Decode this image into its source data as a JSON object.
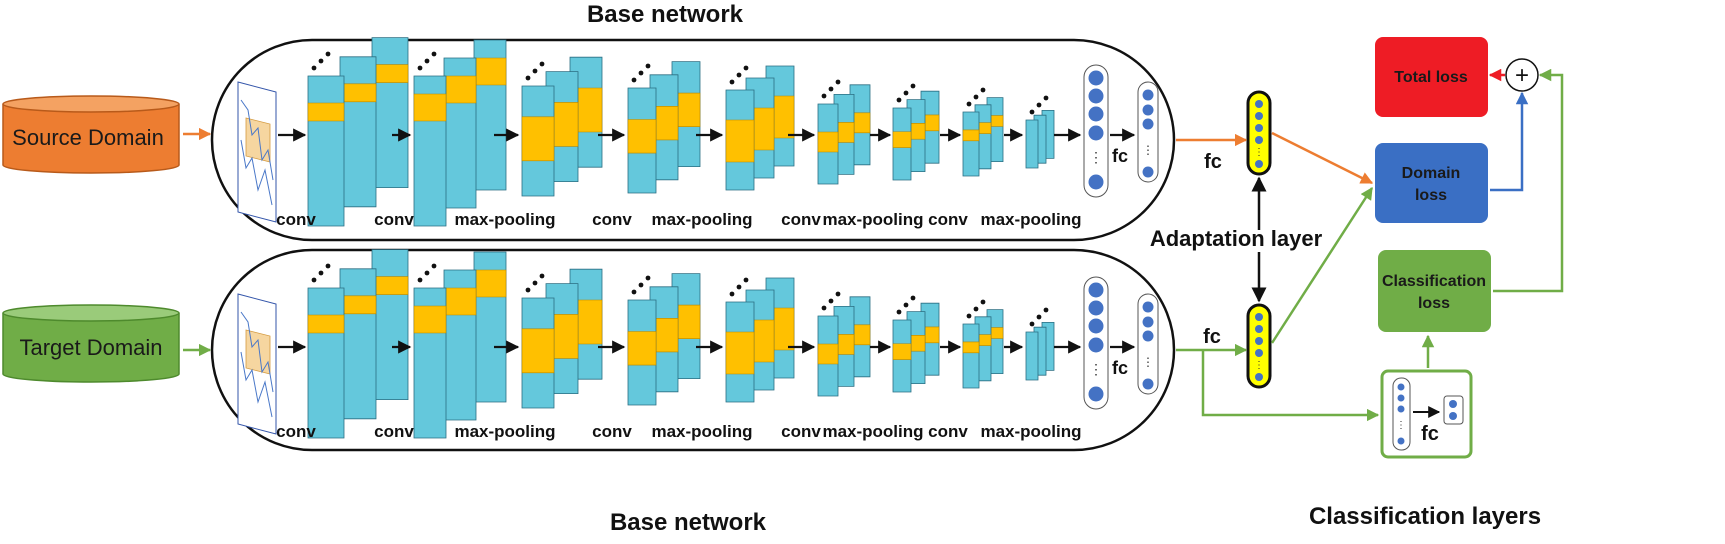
{
  "diagram": {
    "top_title": "Base network",
    "bottom_title": "Base network",
    "source_domain": "Source Domain",
    "target_domain": "Target Domain",
    "adaptation_layer": "Adaptation layer",
    "classification_layers": "Classification layers",
    "fc_label": "fc",
    "total_loss": "Total loss",
    "domain_loss_line1": "Domain",
    "domain_loss_line2": "loss",
    "class_loss_line1": "Classification",
    "class_loss_line2": "loss",
    "plus_symbol": "+",
    "layer_labels": [
      "conv",
      "conv",
      "max-pooling",
      "conv",
      "max-pooling",
      "conv",
      "max-pooling",
      "conv",
      "max-pooling"
    ],
    "colors": {
      "source": "#ED7D31",
      "target": "#70AD47",
      "layer_fill": "#64C8DC",
      "feature_fill": "#FFC000",
      "total_loss": "#EE1C25",
      "domain_loss": "#3A6FC4",
      "class_loss": "#70AD47",
      "adapt_fill": "#FFFF00",
      "node_fill": "#4472C4"
    }
  }
}
